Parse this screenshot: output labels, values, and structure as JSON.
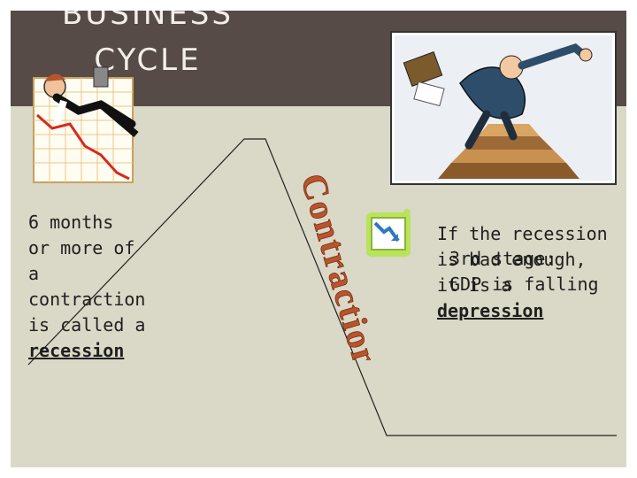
{
  "title": {
    "line1": "BUSINESS",
    "line2": "CYCLE"
  },
  "left_text": {
    "lines": [
      "6 months",
      "or more of",
      "a",
      "contraction",
      "is called a"
    ],
    "term": "recession"
  },
  "right_text": {
    "lines": [
      "If the recession",
      "is bad enough,",
      "it is a"
    ],
    "term": "depression"
  },
  "overlay_text": {
    "line1": "3rd stage:",
    "line2": "GDP is falling"
  },
  "wordart": "Contraction",
  "colors": {
    "title_bar": "#564b47",
    "background": "#dad8c6",
    "chart_line": "#d52b1e",
    "wordart": "#b8542e"
  },
  "icons": [
    "falling-businessman-chart-clipart",
    "businessman-falling-down-stairs-clipart",
    "downtrend-chart-icon"
  ]
}
